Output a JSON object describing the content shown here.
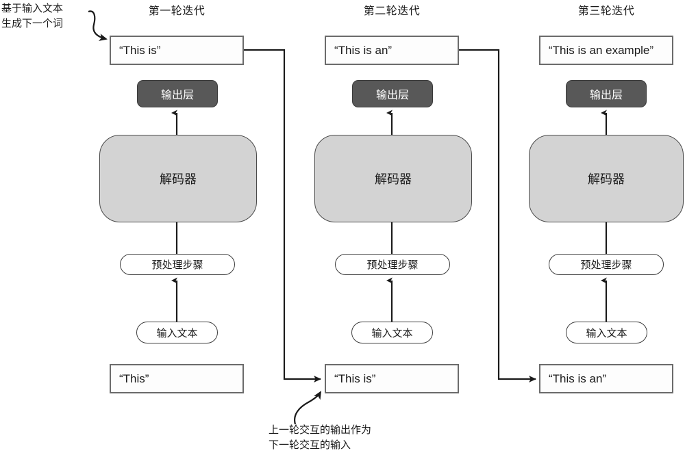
{
  "diagram": {
    "title_note_top": "基于输入文本\n生成下一个词",
    "title_note_bottom": "上一轮交互的输出作为\n下一轮交互的输入",
    "colors": {
      "output_layer_fill": "#585858",
      "decoder_fill": "#d3d3d3",
      "box_stroke": "#6b6b6b",
      "wire": "#1a1a1a",
      "background": "#ffffff"
    },
    "headers": [
      {
        "label": "第一轮迭代"
      },
      {
        "label": "第二轮迭代"
      },
      {
        "label": "第三轮迭代"
      }
    ],
    "columns": [
      {
        "index": 1,
        "header": "第一轮迭代",
        "output_text": "“This is”",
        "output_layer": "输出层",
        "decoder": "解码器",
        "preprocess": "预处理步骤",
        "input_node": "输入文本",
        "input_text": "“This”"
      },
      {
        "index": 2,
        "header": "第二轮迭代",
        "output_text": "“This is an”",
        "output_layer": "输出层",
        "decoder": "解码器",
        "preprocess": "预处理步骤",
        "input_node": "输入文本",
        "input_text": "“This is”"
      },
      {
        "index": 3,
        "header": "第三轮迭代",
        "output_text": "“This is an example”",
        "output_layer": "输出层",
        "decoder": "解码器",
        "preprocess": "预处理步骤",
        "input_node": "输入文本",
        "input_text": "“This is an”"
      }
    ]
  }
}
